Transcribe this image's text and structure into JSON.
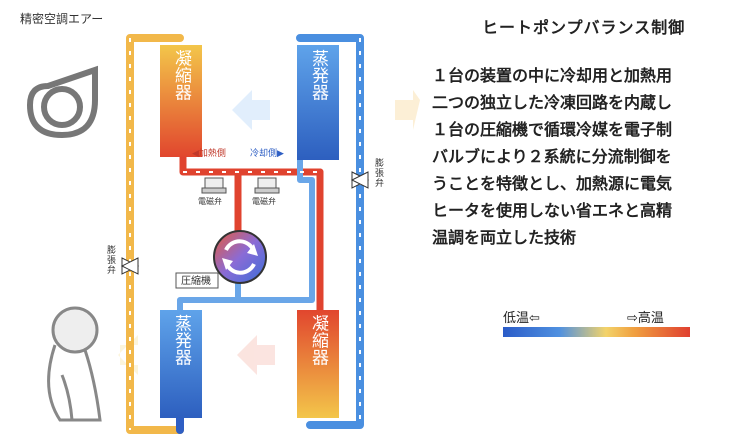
{
  "corner_label": "精密空調エアー",
  "heading": "ヒートポンプバランス制御",
  "description_lines": [
    "１台の装置の中に冷却用と加熱用",
    "二つの独立した冷凍回路を内蔵し",
    "１台の圧縮機で循環冷媒を電子制",
    "バルブにより２系統に分流制御を",
    "うことを特徴とし、加熱源に電気",
    "ヒータを使用しない省エネと高精",
    "温調を両立した技術"
  ],
  "legend": {
    "low": "低温⇦",
    "high": "⇨高温"
  },
  "diagram": {
    "condenser": "凝縮器",
    "evaporator": "蒸発器",
    "heat_side": "◀加熱側",
    "cool_side": "冷却側▶",
    "solenoid": "電磁弁",
    "compressor": "圧縮機",
    "expansion_valve": "膨張弁"
  },
  "colors": {
    "hot": "#e0432f",
    "warm": "#f2b84a",
    "cool": "#4a8fe0",
    "cold": "#2f5fc4"
  }
}
